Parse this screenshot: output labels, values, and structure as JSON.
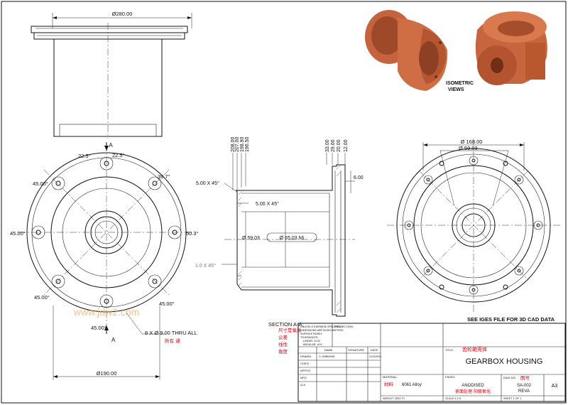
{
  "drawing": {
    "dims": {
      "top_width": "Ø280.00",
      "bottom_width": "Ø190.00",
      "ang_225_left": "22.5°",
      "ang_225_right": "22.5°",
      "ang_397": "39.7°",
      "ang_45_left_top": "45.00°",
      "ang_45_left_mid": "45.00°",
      "ang_503": "50.3°",
      "ang_45_left_bot": "45.00°",
      "ang_45_right_bot": "45.00°",
      "ang_45_bottom": "45.00°",
      "holes": "8 X Ø 9.00 THRU ALL",
      "holes_cn": "所有 通",
      "section_letter_top": "A",
      "section_letter_bottom": "A",
      "sec_v1": "208.00",
      "sec_v2": "207.00",
      "sec_v3": "198.90",
      "sec_v4": "196.50",
      "sec_v5": "33.00",
      "sec_v6": "29.00",
      "sec_v7": "20.00",
      "sec_v8": "12.00",
      "chamfer1": "5.00 X 45°",
      "chamfer2": "5.00 X 45°",
      "chamfer3": "1.0 X 45°",
      "d59": "Ø 59.03",
      "d65": "Ø 65.03 h6",
      "d600": "6.00",
      "right_168": "Ø 168.00",
      "right_5903": "Ø 59.03"
    },
    "isometric_label_1": "ISOMETRIC",
    "isometric_label_2": "VIEWS",
    "see_iges": "SEE IGES FILE FOR 3D CAD DATA",
    "section_title": "SECTION A-A",
    "cn_notes": [
      "尺寸是毫米",
      "公差",
      "线性",
      "角度"
    ],
    "watermark": "www.jdw2.com"
  },
  "title_block": {
    "notes_lines": [
      "UNLESS OTHERWISE SPECIFIED:",
      "DIMENSIONS ARE IN MILLIMETERS",
      "SURFACE FINISH:",
      "TOLERANCES:",
      "LINEAR: ±0.02",
      "ANGULAR: ±0.5"
    ],
    "projection": "PROJECTION:",
    "col_name": "NAME",
    "col_signature": "SIGNATURE",
    "col_date": "DATE",
    "row_drawn": "DRAWN",
    "drawn_name": "J. GIBBONS",
    "drawn_date": "21/10/2011",
    "row_chkd": "CHK'D",
    "row_appvd": "APPV'D",
    "row_mfg": "MFG",
    "row_qa": "Q.A",
    "title_label": "TITLE:",
    "title_cn": "齿轮箱壳体",
    "title": "GEARBOX HOUSING",
    "material_label": "MATERIAL:",
    "material_cn": "材料",
    "material": "6061 Alloy",
    "finish_label": "FINISH:",
    "finish": "ANODISED",
    "finish_cn": "表面处理 阳极氧化",
    "dwg_label": "DWG NO.",
    "dwg_cn": "图号",
    "dwg_no": "SA-002",
    "rev": "REVA",
    "size": "A3",
    "weight": "WEIGHT: 3253.70",
    "scale": "SCALE:1:2.5",
    "sheet": "SHEET 1 OF 1"
  }
}
